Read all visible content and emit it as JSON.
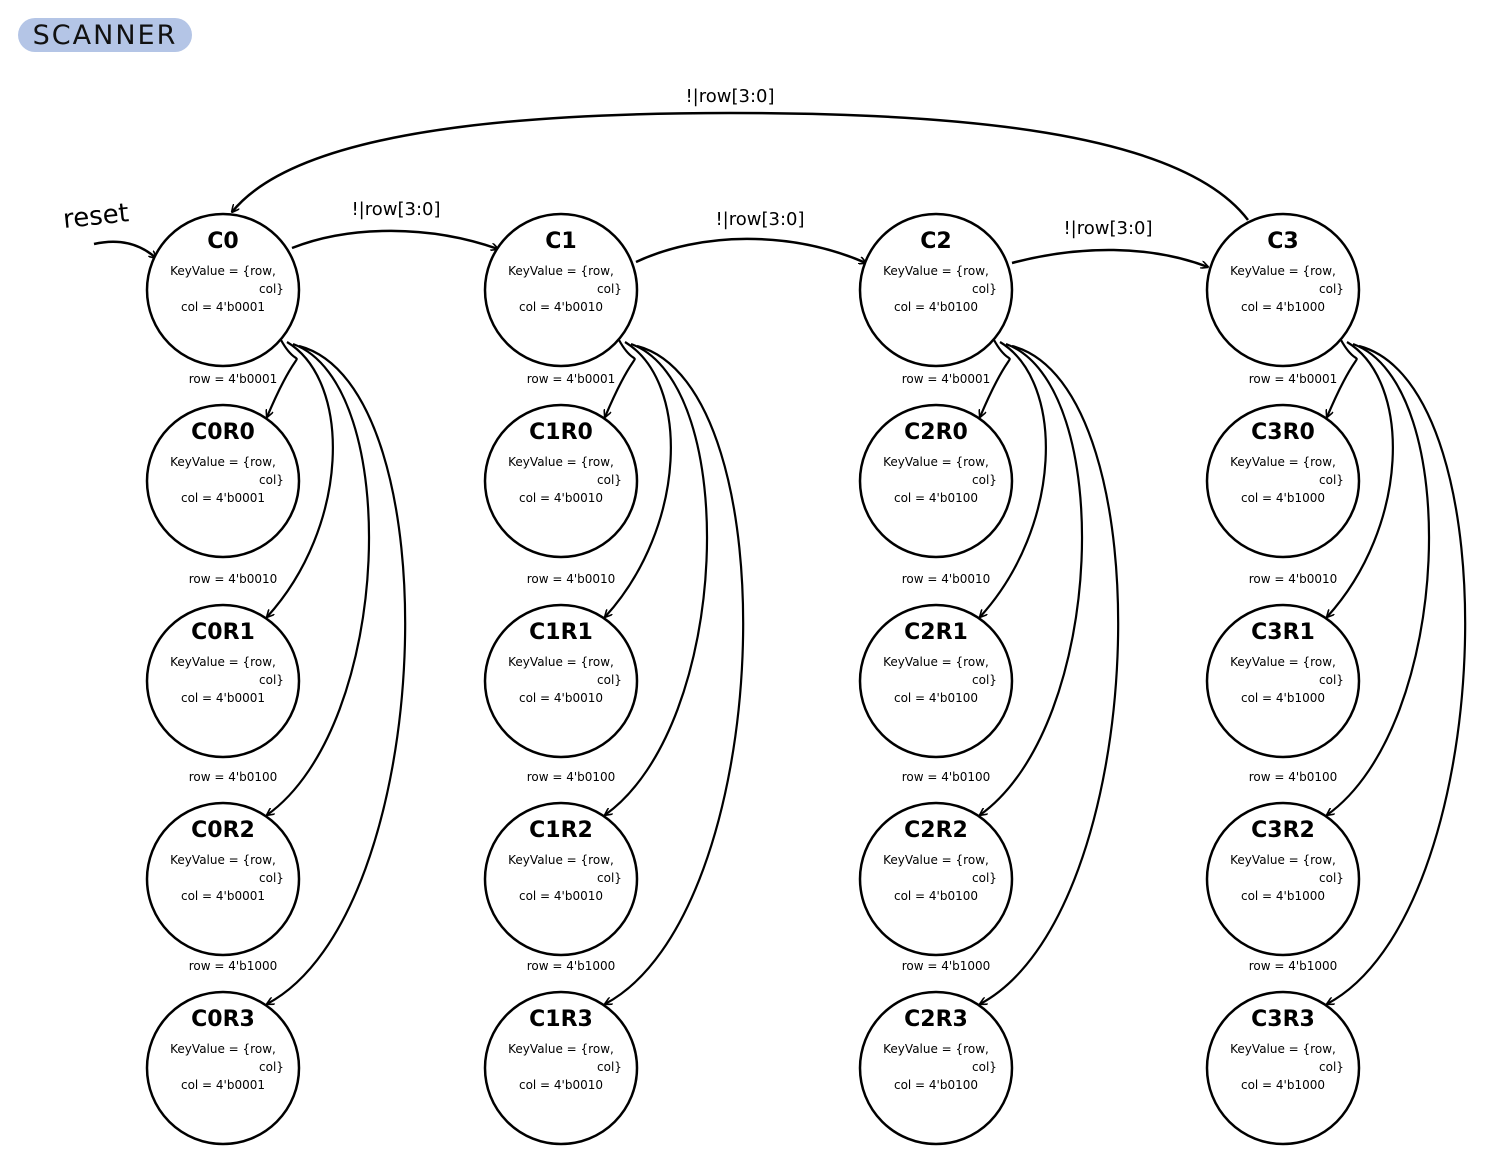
{
  "title": "SCANNER",
  "reset_label": "reset",
  "columns": [
    {
      "name": "C0",
      "col_value": "4'b0001",
      "rows": [
        "C0R0",
        "C0R1",
        "C0R2",
        "C0R3"
      ]
    },
    {
      "name": "C1",
      "col_value": "4'b0010",
      "rows": [
        "C1R0",
        "C1R1",
        "C1R2",
        "C1R3"
      ]
    },
    {
      "name": "C2",
      "col_value": "4'b0100",
      "rows": [
        "C2R0",
        "C2R1",
        "C2R2",
        "C2R3"
      ]
    },
    {
      "name": "C3",
      "col_value": "4'b1000",
      "rows": [
        "C3R0",
        "C3R1",
        "C3R2",
        "C3R3"
      ]
    }
  ],
  "state_body": {
    "keyvalue_line1": "KeyValue = {row,",
    "keyvalue_line2": "col}",
    "col_prefix": "col = "
  },
  "scan_transition_label": "!|row[3:0]",
  "row_transition_labels": [
    "row = 4'b0001",
    "row = 4'b0010",
    "row = 4'b0100",
    "row = 4'b1000"
  ],
  "line_color": "#000000",
  "accent_color": "#b4c5e6"
}
